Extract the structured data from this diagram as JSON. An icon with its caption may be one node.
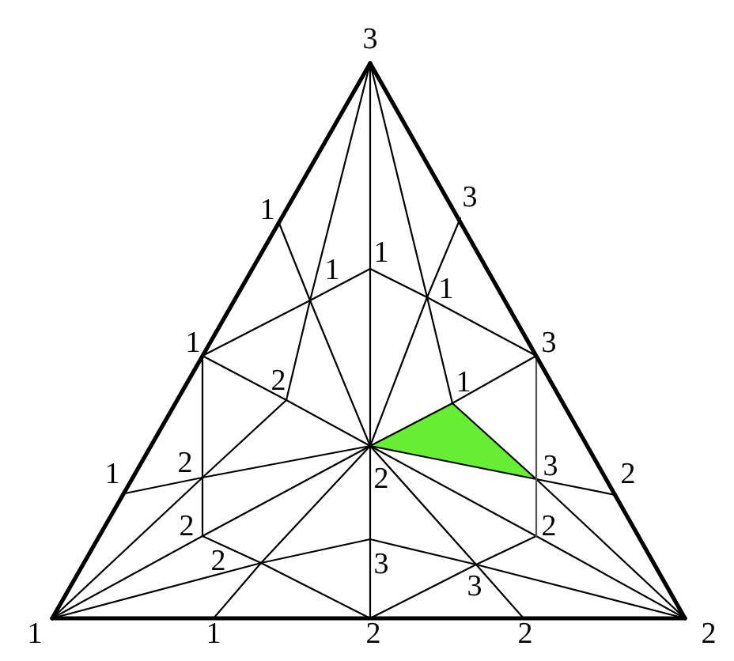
{
  "diagram": {
    "labels": [
      "3",
      "1",
      "3",
      "1",
      "1",
      "1",
      "1",
      "3",
      "2",
      "1",
      "1",
      "2",
      "2",
      "3",
      "2",
      "2",
      "2",
      "2",
      "3",
      "3",
      "1",
      "1",
      "2",
      "2",
      "2"
    ]
  }
}
